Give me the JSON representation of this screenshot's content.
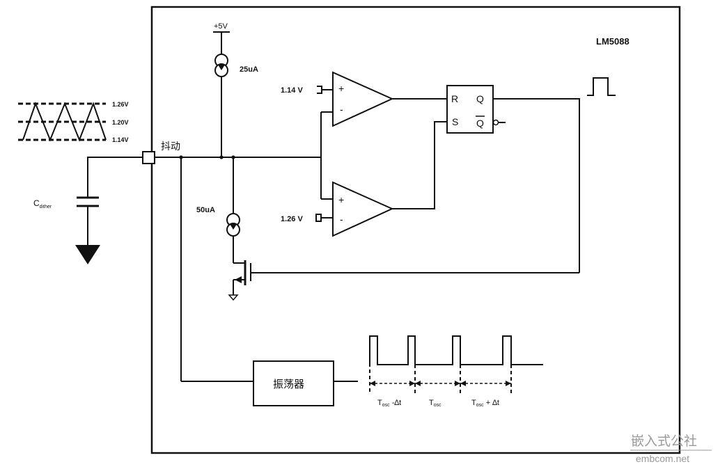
{
  "chip_label": "LM5088",
  "supply_label": "+5V",
  "source_top_label": "25uA",
  "source_bottom_label": "50uA",
  "pin_label": "抖动",
  "cap_label_main": "C",
  "cap_label_sub": "dither",
  "ramp_levels": [
    "1.26V",
    "1.20V",
    "1.14V"
  ],
  "comparator_top": {
    "ref_label": "1.14 V",
    "plus": "+",
    "minus": "-"
  },
  "comparator_bottom": {
    "ref_label": "1.26 V",
    "plus": "+",
    "minus": "-"
  },
  "flipflop": {
    "r": "R",
    "s": "S",
    "q": "Q",
    "qbar": "Q"
  },
  "oscillator_label": "振荡器",
  "timing": [
    {
      "main": "T",
      "sub": "osc",
      "suffix": " -∆t"
    },
    {
      "main": "T",
      "sub": "osc",
      "suffix": ""
    },
    {
      "main": "T",
      "sub": "osc",
      "suffix": " + ∆t"
    }
  ],
  "watermark": {
    "line1": "嵌入式公社",
    "line2": "embcom.net"
  },
  "colors": {
    "line": "#111111",
    "watermark": "#9a9a9a"
  }
}
